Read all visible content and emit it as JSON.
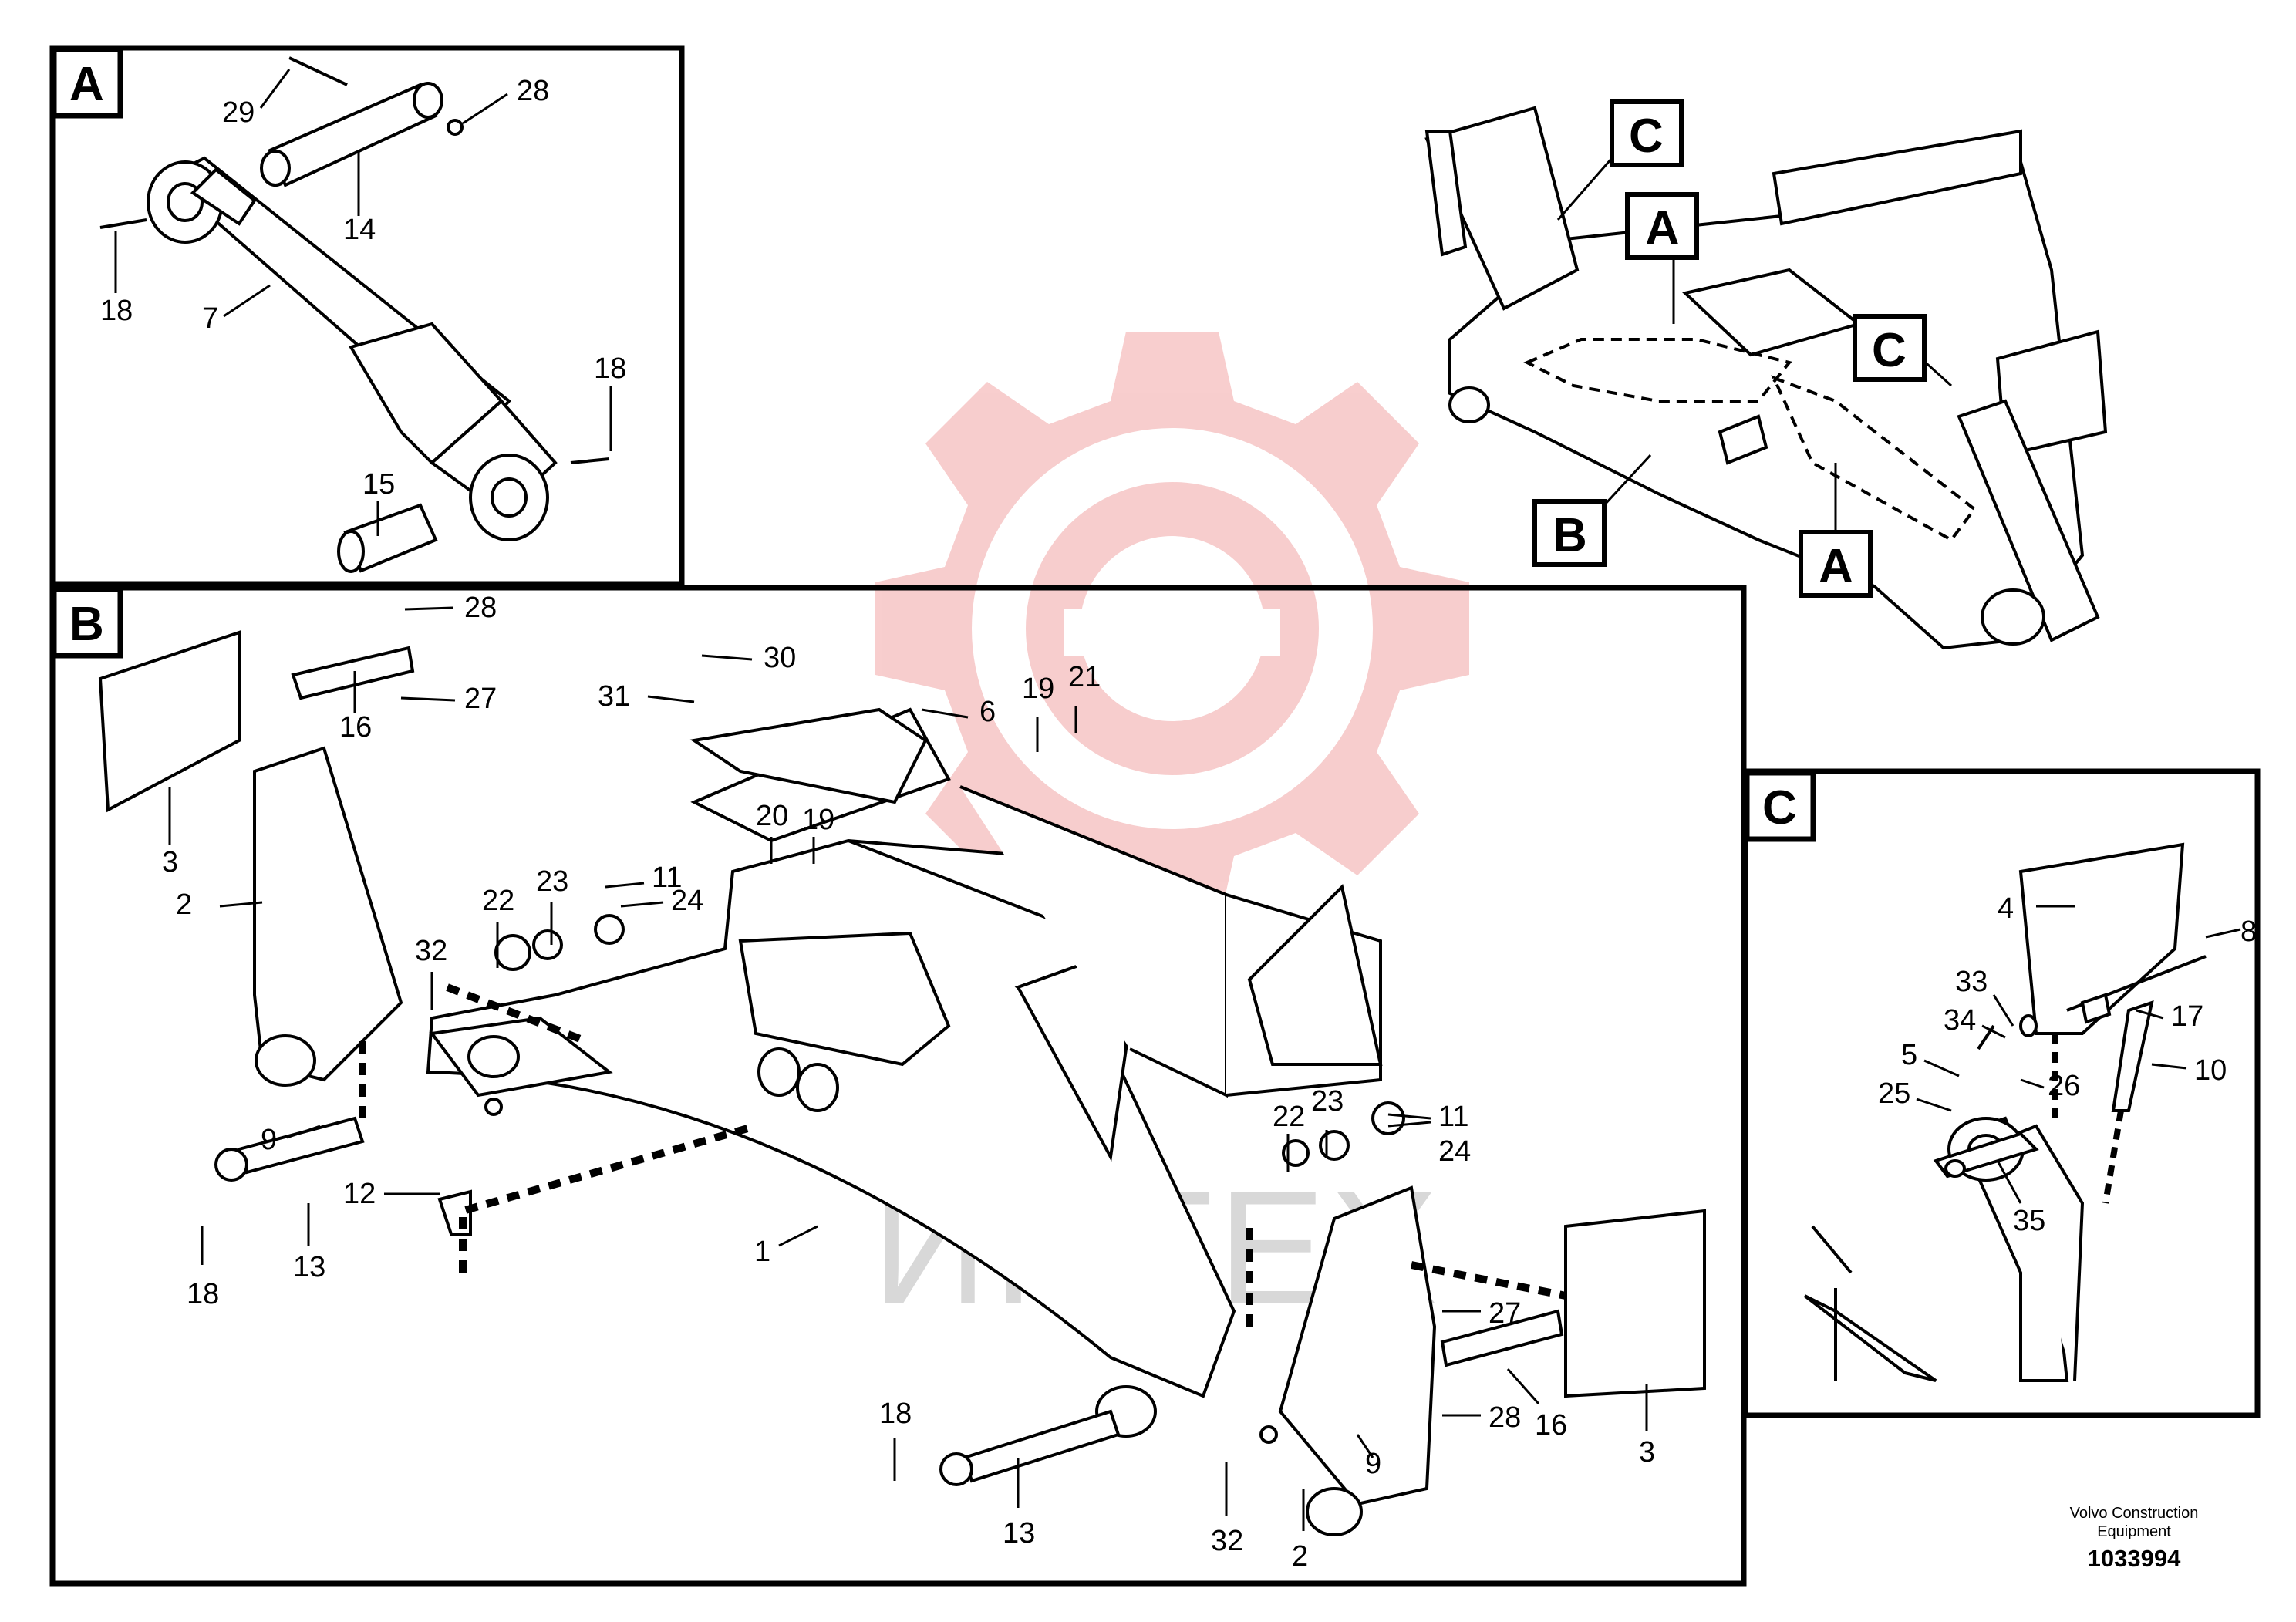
{
  "watermark": {
    "text": "ИНТЕХ",
    "gear_color": "#f2a5a5"
  },
  "panels": {
    "A": {
      "tag": "A",
      "callouts": [
        "29",
        "28",
        "14",
        "18",
        "7",
        "18",
        "15"
      ]
    },
    "B": {
      "tag": "B",
      "callouts": [
        "28",
        "30",
        "27",
        "16",
        "31",
        "6",
        "19",
        "21",
        "3",
        "20",
        "19",
        "22",
        "23",
        "11",
        "2",
        "24",
        "32",
        "9",
        "12",
        "22",
        "23",
        "11",
        "24",
        "1",
        "18",
        "13",
        "27",
        "28",
        "16",
        "3",
        "18",
        "9",
        "13",
        "32",
        "2"
      ]
    },
    "C": {
      "tag": "C",
      "callouts": [
        "4",
        "8",
        "33",
        "17",
        "34",
        "5",
        "10",
        "25",
        "26",
        "35"
      ]
    },
    "overview": {
      "tags": [
        "C",
        "A",
        "C",
        "B",
        "A"
      ]
    }
  },
  "footer": {
    "company": "Volvo Construction Equipment",
    "drawing_number": "1033994"
  }
}
